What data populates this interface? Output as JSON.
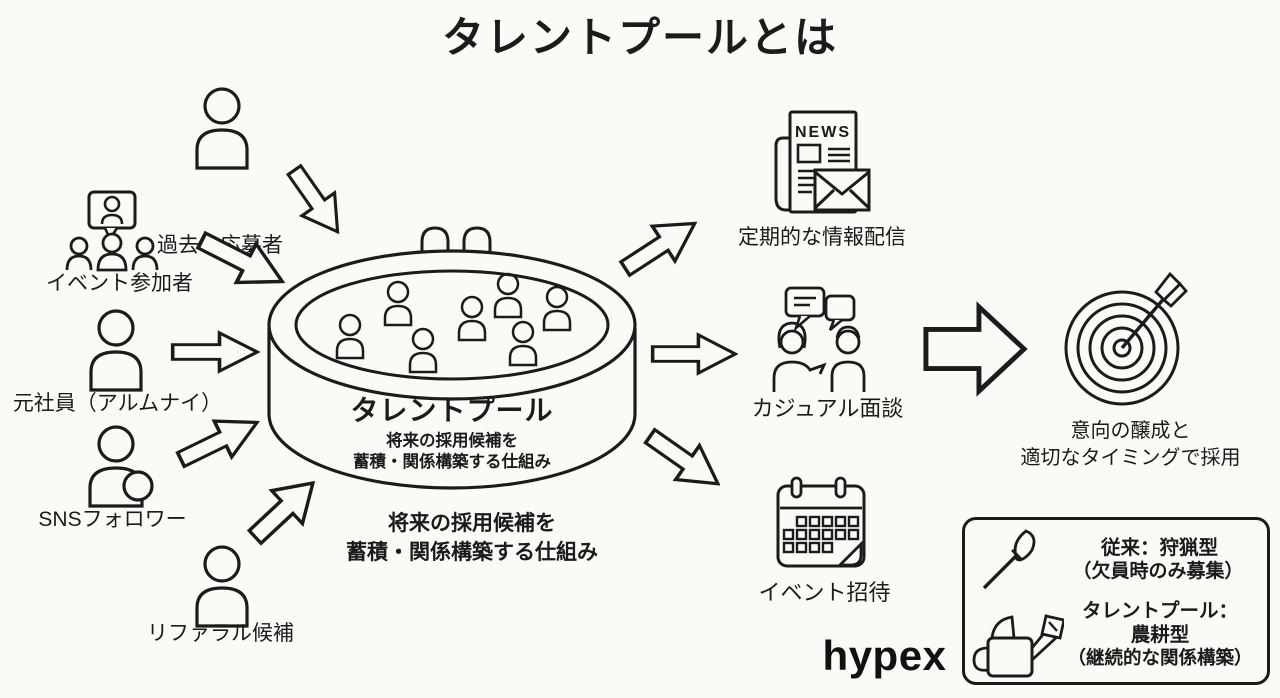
{
  "title": "タレントプールとは",
  "sources": {
    "past_applicants": "過去の応募者",
    "event_participants": "イベント参加者",
    "former_employees": "元社員（アルムナイ）",
    "sns_followers": "SNSフォロワー",
    "referral_candidates": "リファラル候補"
  },
  "pool": {
    "title": "タレントプール",
    "desc_line1": "将来の採用候補を",
    "desc_line2": "蓄積・関係構築する仕組み"
  },
  "caption": {
    "line1": "将来の採用候補を",
    "line2": "蓄積・関係構築する仕組み"
  },
  "outcomes": {
    "newsletter": {
      "label": "定期的な情報配信",
      "news_text": "NEWS"
    },
    "casual_interview": {
      "label": "カジュアル面談"
    },
    "event_invitation": {
      "label": "イベント招待"
    }
  },
  "result": {
    "line1": "意向の醸成と",
    "line2": "適切なタイミングで採用"
  },
  "legend": {
    "hunting_line1": "従来：狩猟型",
    "hunting_line2": "（欠員時のみ募集）",
    "farming_line1": "タレントプール：",
    "farming_line2": "農耕型",
    "farming_line3": "（継続的な関係構築）"
  },
  "logo": "hypex",
  "colors": {
    "ink": "#1b1b1b",
    "background": "#fbfaf6"
  }
}
